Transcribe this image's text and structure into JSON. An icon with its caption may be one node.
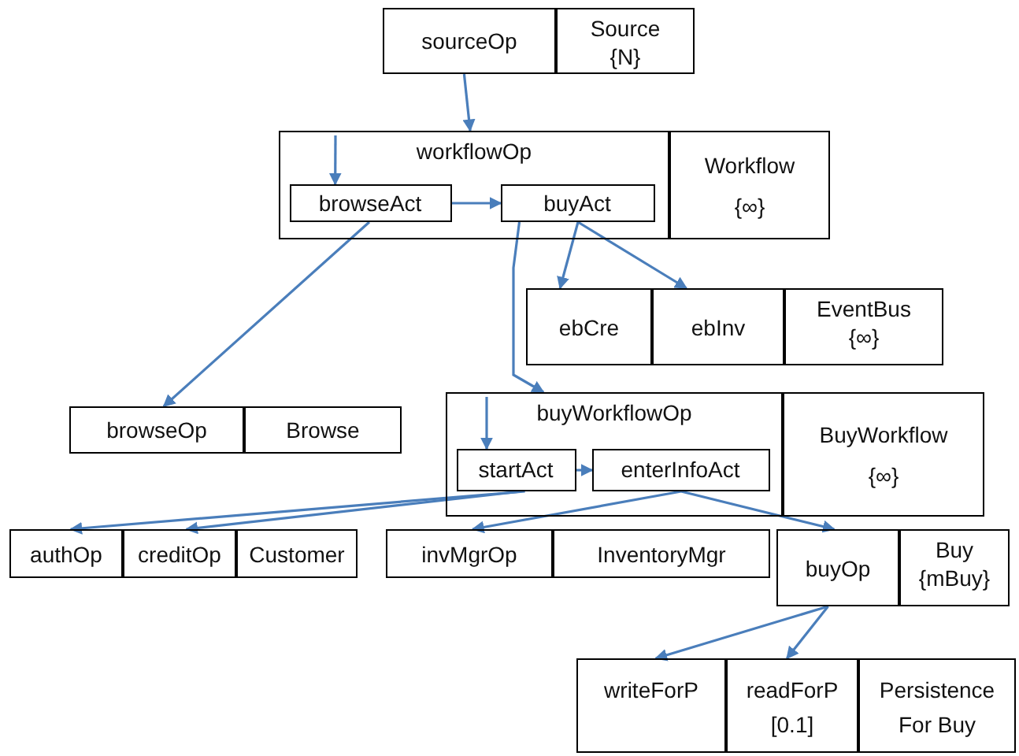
{
  "diagram": {
    "nodes": [
      {
        "text": [
          "sourceOp"
        ]
      },
      {
        "text": [
          "Source",
          "{N}"
        ]
      },
      {
        "text": [
          "workflowOp"
        ]
      },
      {
        "text": [
          "browseAct"
        ],
        "in": 2
      },
      {
        "text": [
          "buyAct"
        ],
        "in": 2
      },
      {
        "text": [
          "Workflow",
          "{∞}"
        ]
      },
      {
        "text": [
          "ebCre"
        ]
      },
      {
        "text": [
          "ebInv"
        ]
      },
      {
        "text": [
          "EventBus",
          "{∞}"
        ]
      },
      {
        "text": [
          "browseOp"
        ]
      },
      {
        "text": [
          "Browse"
        ]
      },
      {
        "text": [
          "buyWorkflowOp"
        ]
      },
      {
        "text": [
          "startAct"
        ],
        "in": 11
      },
      {
        "text": [
          "enterInfoAct"
        ],
        "in": 11
      },
      {
        "text": [
          "BuyWorkflow",
          "{∞}"
        ]
      },
      {
        "text": [
          "authOp"
        ]
      },
      {
        "text": [
          "creditOp"
        ]
      },
      {
        "text": [
          "Customer"
        ]
      },
      {
        "text": [
          "invMgrOp"
        ]
      },
      {
        "text": [
          "InventoryMgr"
        ]
      },
      {
        "text": [
          "buyOp"
        ]
      },
      {
        "text": [
          "Buy",
          "{mBuy}"
        ]
      },
      {
        "text": [
          "writeForP"
        ]
      },
      {
        "text": [
          "readForP",
          "[0.1]"
        ]
      },
      {
        "text": [
          "Persistence For Buy"
        ]
      }
    ],
    "edges": [
      {
        "from": 0,
        "to": 2,
        "arrow": "to"
      },
      {
        "from": null,
        "to": 3,
        "arrow": "to"
      },
      {
        "from": 3,
        "to": 4,
        "arrow": "to"
      },
      {
        "from": 3,
        "to": 9,
        "arrow": "to"
      },
      {
        "from": 4,
        "to": 6,
        "arrow": "to"
      },
      {
        "from": 4,
        "to": 11,
        "arrow": "to"
      },
      {
        "from": 4,
        "to": 7,
        "arrow": "to"
      },
      {
        "from": null,
        "to": 12,
        "arrow": "to"
      },
      {
        "from": 12,
        "to": 13,
        "arrow": "to"
      },
      {
        "from": 12,
        "to": 15,
        "arrow": "to"
      },
      {
        "from": 12,
        "to": 16,
        "arrow": "to"
      },
      {
        "from": 13,
        "to": 18,
        "arrow": "to"
      },
      {
        "from": 13,
        "to": 20,
        "arrow": "to"
      },
      {
        "from": 20,
        "to": 22,
        "arrow": "to"
      },
      {
        "from": 20,
        "to": 23,
        "arrow": "to"
      }
    ]
  }
}
